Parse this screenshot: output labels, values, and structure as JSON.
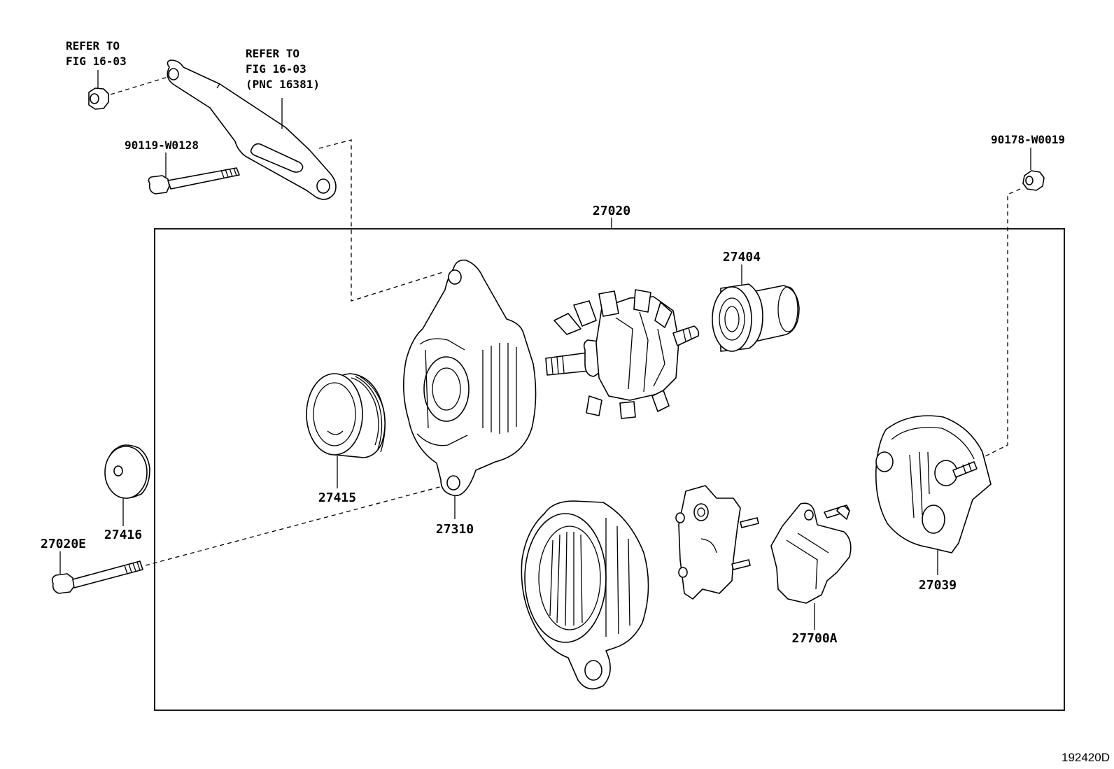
{
  "notes": {
    "refer_a": [
      "REFER TO",
      "FIG 16-03"
    ],
    "refer_b": [
      "REFER TO",
      "FIG 16-03",
      "(PNC 16381)"
    ]
  },
  "labels": {
    "bolt_mount": "90119-W0128",
    "nut_rear": "90178-W0019",
    "alternator_assy": "27020",
    "bearing": "27404",
    "pulley": "27415",
    "drive_frame": "27310",
    "pulley_cap": "27416",
    "through_bolt": "27020E",
    "rectifier_cover": "27039",
    "regulator": "27700A"
  },
  "figure_id": "192420D"
}
